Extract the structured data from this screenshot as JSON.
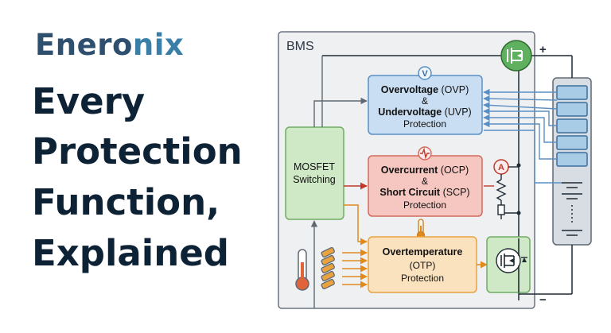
{
  "brand": {
    "part1": "Enero",
    "part2": "nix"
  },
  "headline": [
    "Every",
    "Protection",
    "Function,",
    "Explained"
  ],
  "diagram": {
    "bms_label": "BMS",
    "mosfet_block": {
      "line1": "MOSFET",
      "line2": "Switching"
    },
    "ovp_block": {
      "bold1": "Overvoltage",
      "abbr1": " (OVP)",
      "amp": "&",
      "bold2": "Undervoltage",
      "abbr2": " (UVP)",
      "line3": "Protection"
    },
    "ocp_block": {
      "bold1": "Overcurrent",
      "abbr1": " (OCP)",
      "amp": "&",
      "bold2": "Short Circuit",
      "abbr2": " (SCP)",
      "line3": "Protection"
    },
    "otp_block": {
      "bold1": "Overtemperature",
      "line2": "(OTP)",
      "line3": "Protection"
    },
    "ammeter_symbol": "A",
    "voltmeter_symbol": "V",
    "terminal_plus": "+",
    "terminal_minus": "−"
  },
  "colors": {
    "ovp_fill": "#c9def3",
    "ovp_stroke": "#5a8fc4",
    "ocp_fill": "#f6c6c0",
    "ocp_stroke": "#d36a5c",
    "otp_fill": "#fbe2bf",
    "otp_stroke": "#e9a23f",
    "mosfet_fill": "#cfe8c6",
    "mosfet_stroke": "#6fae62",
    "bms_fill": "#eef0f2",
    "bms_stroke": "#6b7480",
    "battery_fill": "#d7dde3",
    "cell_fill": "#a8cbe6"
  }
}
